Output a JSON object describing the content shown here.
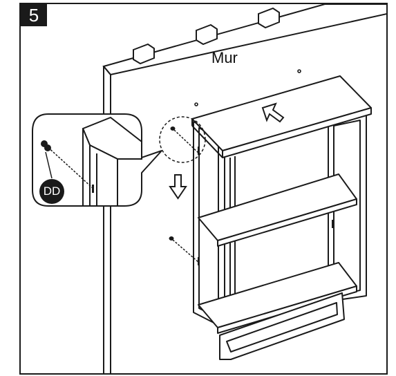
{
  "step": {
    "number": "5"
  },
  "wall": {
    "label": "Mur"
  },
  "detail": {
    "part_label": "DD"
  },
  "colors": {
    "ink": "#1a1a1a",
    "panel_fill": "#ffffff"
  }
}
